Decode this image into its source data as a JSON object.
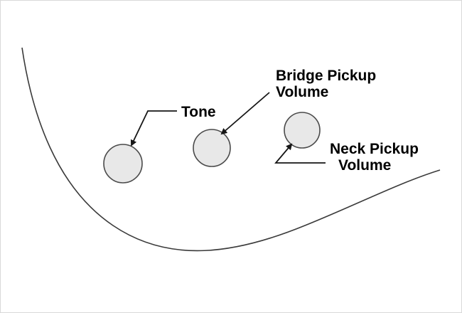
{
  "diagram": {
    "description": "Guitar control layout diagram",
    "labels": {
      "tone": "Tone",
      "bridge_line1": "Bridge Pickup",
      "bridge_line2": "Volume",
      "neck_line1": "Neck Pickup",
      "neck_line2": "Volume"
    },
    "knobs": [
      {
        "name": "tone-knob"
      },
      {
        "name": "bridge-pickup-volume-knob"
      },
      {
        "name": "neck-pickup-volume-knob"
      }
    ],
    "colors": {
      "knob_fill": "#e8e8e8",
      "knob_stroke": "#4a4a4a",
      "line": "#161616",
      "background": "#ffffff"
    }
  }
}
